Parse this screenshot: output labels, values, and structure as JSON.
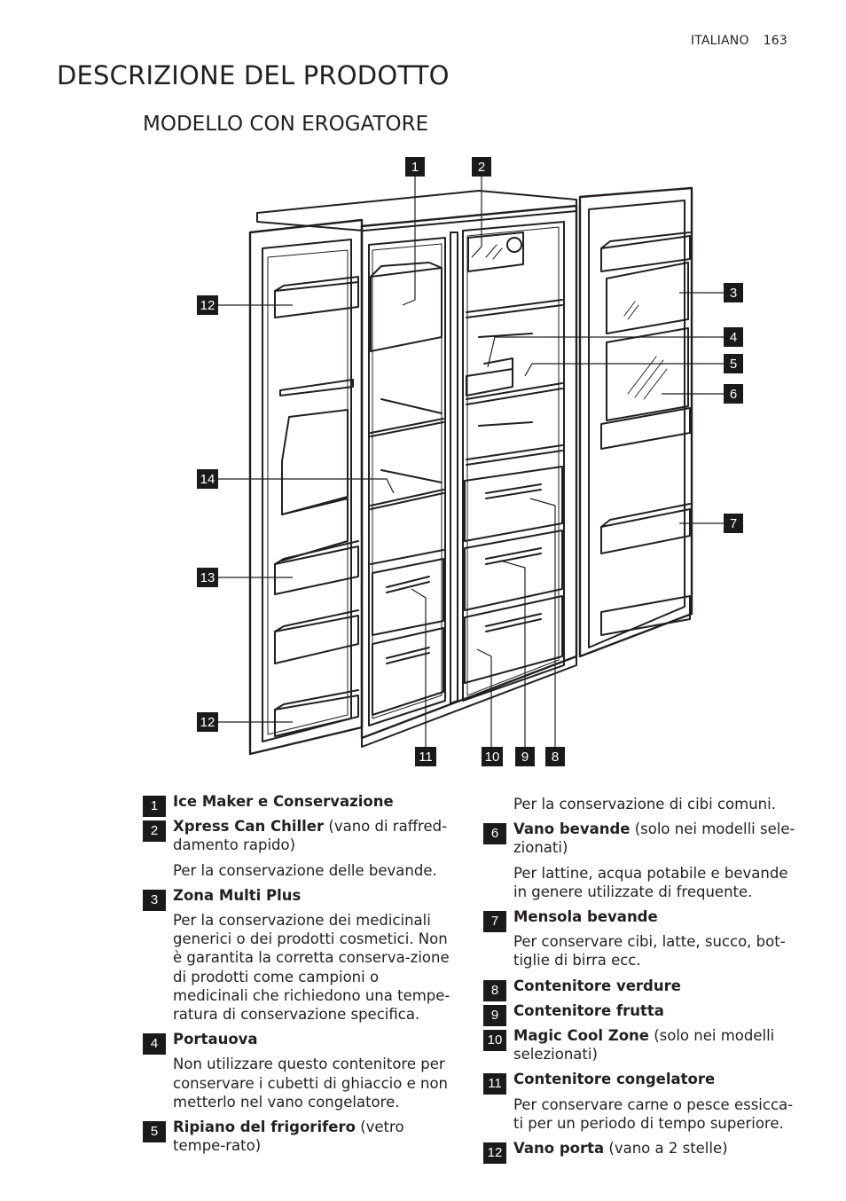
{
  "header": {
    "language": "ITALIANO",
    "page_number": "163"
  },
  "page_title": "DESCRIZIONE DEL PRODOTTO",
  "section_title": "MODELLO CON EROGATORE",
  "diagram": {
    "callouts": {
      "c1": "1",
      "c2": "2",
      "c3": "3",
      "c4": "4",
      "c5": "5",
      "c6": "6",
      "c7": "7",
      "c8": "8",
      "c9": "9",
      "c10": "10",
      "c11": "11",
      "c12a": "12",
      "c12b": "12",
      "c13": "13",
      "c14": "14"
    }
  },
  "legend": {
    "left": [
      {
        "num": "1",
        "name": "Ice Maker e Conservazione",
        "note": "",
        "desc": ""
      },
      {
        "num": "2",
        "name": "Xpress Can Chiller",
        "note": " (vano di raffred-damento rapido)",
        "desc": "Per la conservazione delle bevande."
      },
      {
        "num": "3",
        "name": "Zona Multi Plus",
        "note": "",
        "desc": "Per la conservazione dei medicinali generici o dei prodotti cosmetici. Non è garantita la corretta conserva-zione di prodotti come campioni o medicinali che richiedono una tempe-ratura di conservazione specifica."
      },
      {
        "num": "4",
        "name": "Portauova",
        "note": "",
        "desc": "Non utilizzare questo contenitore per conservare i cubetti di ghiaccio e non metterlo nel vano congelatore."
      },
      {
        "num": "5",
        "name": "Ripiano del frigorifero",
        "note": " (vetro tempe-rato)",
        "desc": ""
      }
    ],
    "right_lead": "Per la conservazione di cibi comuni.",
    "right": [
      {
        "num": "6",
        "name": "Vano bevande",
        "note": " (solo nei modelli sele-zionati)",
        "desc": "Per lattine, acqua potabile e bevande in genere utilizzate di frequente."
      },
      {
        "num": "7",
        "name": "Mensola bevande",
        "note": "",
        "desc": "Per conservare cibi, latte, succo, bot-tiglie di birra ecc."
      },
      {
        "num": "8",
        "name": "Contenitore verdure",
        "note": "",
        "desc": ""
      },
      {
        "num": "9",
        "name": "Contenitore frutta",
        "note": "",
        "desc": ""
      },
      {
        "num": "10",
        "name": "Magic Cool Zone",
        "note": " (solo nei modelli selezionati)",
        "desc": ""
      },
      {
        "num": "11",
        "name": "Contenitore congelatore",
        "note": "",
        "desc": "Per conservare carne o pesce essicca-ti per un periodo di tempo superiore."
      },
      {
        "num": "12",
        "name": "Vano porta",
        "note": " (vano a 2 stelle)",
        "desc": ""
      }
    ]
  }
}
